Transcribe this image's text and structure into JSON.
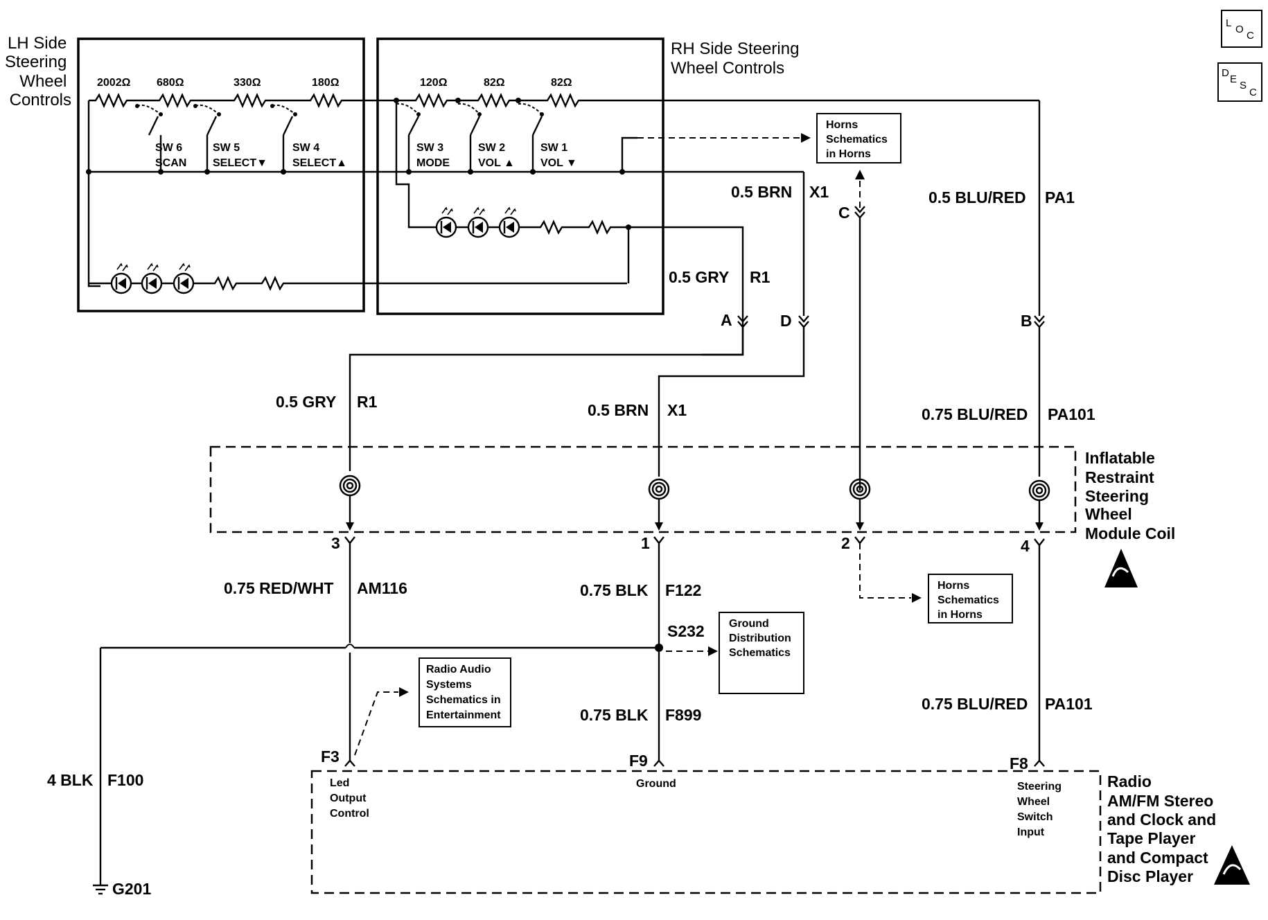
{
  "lh": {
    "title_lines": [
      "LH Side",
      "Steering",
      "Wheel",
      "Controls"
    ],
    "resistors": [
      "2002Ω",
      "680Ω",
      "330Ω",
      "180Ω"
    ]
  },
  "rh": {
    "title_lines": [
      "RH Side Steering",
      "Wheel Controls"
    ],
    "resistors": [
      "120Ω",
      "82Ω",
      "82Ω"
    ]
  },
  "switches": [
    {
      "line1": "SW 6",
      "line2": "SCAN"
    },
    {
      "line1": "SW 5",
      "line2": "SELECT▼"
    },
    {
      "line1": "SW 4",
      "line2": "SELECT▲"
    },
    {
      "line1": "SW 3",
      "line2": "MODE"
    },
    {
      "line1": "SW 2",
      "line2": "VOL ▲"
    },
    {
      "line1": "SW 1",
      "line2": "VOL ▼"
    }
  ],
  "icons": {
    "loc": "LOC",
    "desc": "DESC",
    "esd_icons": [
      "esd-warning-icon",
      "esd-warning-icon"
    ],
    "diode": "led-icon",
    "clockspring": "clockspring-coil-icon",
    "ground": "ground-icon"
  },
  "references": {
    "horns_top": [
      "Horns",
      "Schematics",
      "in Horns"
    ],
    "horns_bottom": [
      "Horns",
      "Schematics",
      "in Horns"
    ],
    "ground_dist": [
      "Ground",
      "Distribution",
      "Schematics"
    ],
    "radio_audio": [
      "Radio Audio",
      "Systems",
      "Schematics in",
      "Entertainment"
    ]
  },
  "wires": {
    "brn_top": {
      "size_color": "0.5 BRN",
      "circuit": "X1"
    },
    "blured_top": {
      "size_color": "0.5 BLU/RED",
      "circuit": "PA1"
    },
    "gry_top": {
      "size_color": "0.5 GRY",
      "circuit": "R1"
    },
    "gry_mid": {
      "size_color": "0.5 GRY",
      "circuit": "R1"
    },
    "brn_mid": {
      "size_color": "0.5 BRN",
      "circuit": "X1"
    },
    "blured_mid": {
      "size_color": "0.75 BLU/RED",
      "circuit": "PA101"
    },
    "redwht": {
      "size_color": "0.75 RED/WHT",
      "circuit": "AM116"
    },
    "blk_f122": {
      "size_color": "0.75 BLK",
      "circuit": "F122"
    },
    "blk_f899": {
      "size_color": "0.75 BLK",
      "circuit": "F899"
    },
    "blured_low": {
      "size_color": "0.75 BLU/RED",
      "circuit": "PA101"
    },
    "blk_f100": {
      "size_color": "4 BLK",
      "circuit": "F100"
    }
  },
  "connectors": {
    "a": "A",
    "b": "B",
    "c": "C",
    "d": "D",
    "p3": "3",
    "p1": "1",
    "p2": "2",
    "p4": "4",
    "f3": "F3",
    "f9": "F9",
    "f8": "F8"
  },
  "splice": "S232",
  "ground_id": "G201",
  "coil_module": {
    "lines": [
      "Inflatable",
      "Restraint",
      "Steering",
      "Wheel",
      "Module Coil"
    ]
  },
  "radio": {
    "lines": [
      "Radio",
      "AM/FM Stereo",
      "and Clock and",
      "Tape Player",
      "and Compact",
      "Disc Player"
    ],
    "pin_f3": [
      "Led",
      "Output",
      "Control"
    ],
    "pin_f9": [
      "Ground"
    ],
    "pin_f8": [
      "Steering",
      "Wheel",
      "Switch",
      "Input"
    ]
  }
}
